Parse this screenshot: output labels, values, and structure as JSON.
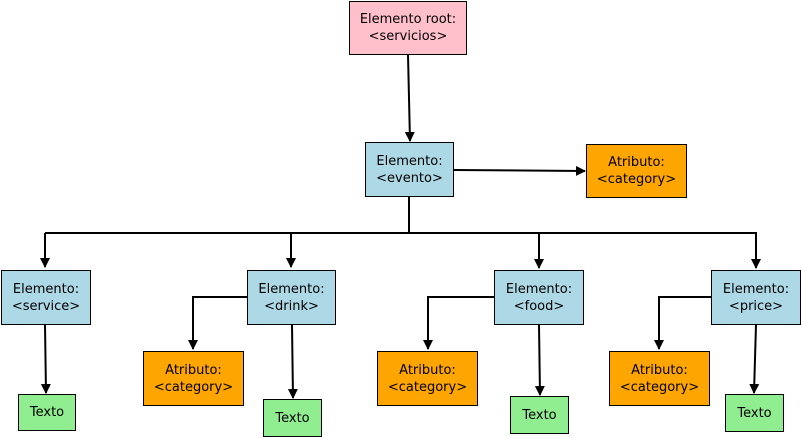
{
  "colors": {
    "root": "#FFC0CB",
    "element": "#ADD8E6",
    "attribute": "#FFA500",
    "text": "#90EE90",
    "line": "#000000"
  },
  "nodes": {
    "root": {
      "line1": "Elemento root:",
      "line2": "<servicios>"
    },
    "evento": {
      "line1": "Elemento:",
      "line2": "<evento>"
    },
    "evento_attr": {
      "line1": "Atributo:",
      "line2": "<category>"
    },
    "service": {
      "line1": "Elemento:",
      "line2": "<service>"
    },
    "service_text": {
      "label": "Texto"
    },
    "drink": {
      "line1": "Elemento:",
      "line2": "<drink>"
    },
    "drink_attr": {
      "line1": "Atributo:",
      "line2": "<category>"
    },
    "drink_text": {
      "label": "Texto"
    },
    "food": {
      "line1": "Elemento:",
      "line2": "<food>"
    },
    "food_attr": {
      "line1": "Atributo:",
      "line2": "<category>"
    },
    "food_text": {
      "label": "Texto"
    },
    "price": {
      "line1": "Elemento:",
      "line2": "<price>"
    },
    "price_attr": {
      "line1": "Atributo:",
      "line2": "<category>"
    },
    "price_text": {
      "label": "Texto"
    }
  }
}
